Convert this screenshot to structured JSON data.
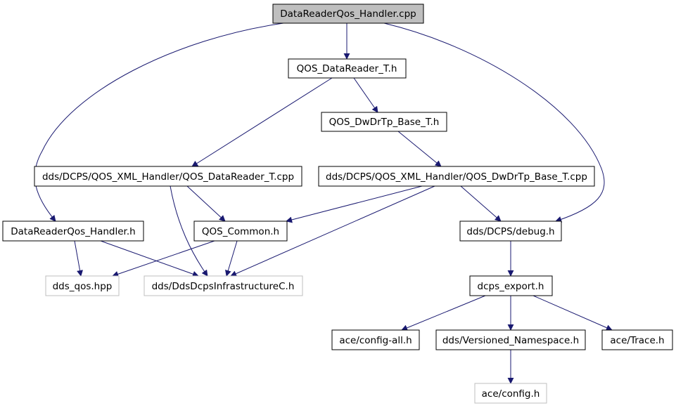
{
  "colors": {
    "edge": "#191970",
    "root_fill": "#bfbfbf",
    "external_border": "#bfbfbf"
  },
  "nodes": {
    "root": "DataReaderQos_Handler.cpp",
    "qos_datareader_t_h": "QOS_DataReader_T.h",
    "qos_dwdrtp_base_t_h": "QOS_DwDrTp_Base_T.h",
    "qos_datareader_t_cpp": "dds/DCPS/QOS_XML_Handler/QOS_DataReader_T.cpp",
    "qos_dwdrtp_base_t_cpp": "dds/DCPS/QOS_XML_Handler/QOS_DwDrTp_Base_T.cpp",
    "datareaderqos_handler_h": "DataReaderQos_Handler.h",
    "qos_common_h": "QOS_Common.h",
    "debug_h": "dds/DCPS/debug.h",
    "dds_qos_hpp": "dds_qos.hpp",
    "ddsdcpsinfrastructurec_h": "dds/DdsDcpsInfrastructureC.h",
    "dcps_export_h": "dcps_export.h",
    "config_all_h": "ace/config-all.h",
    "versioned_namespace_h": "dds/Versioned_Namespace.h",
    "trace_h": "ace/Trace.h",
    "config_h": "ace/config.h"
  }
}
